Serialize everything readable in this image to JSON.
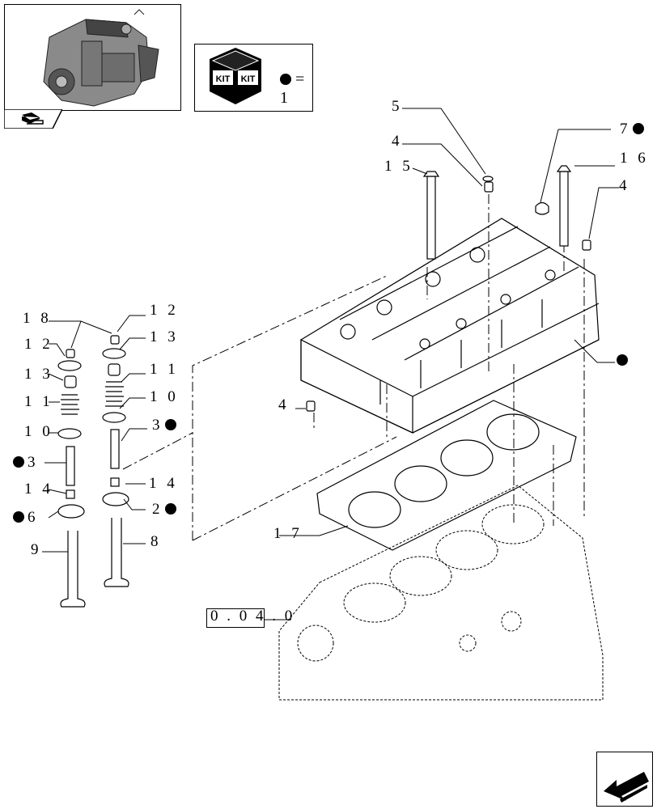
{
  "header": {
    "kit_label": "KIT",
    "kit_legend": "= 1"
  },
  "reference": {
    "code": "0 . 0 4 . 0"
  },
  "callouts": [
    {
      "text": "5",
      "dot": false
    },
    {
      "text": "4",
      "dot": false
    },
    {
      "text": "7",
      "dot": true
    },
    {
      "text": "1 5",
      "dot": false
    },
    {
      "text": "1 6",
      "dot": false
    },
    {
      "text": "4",
      "dot": false
    },
    {
      "text": "1 8",
      "dot": false
    },
    {
      "text": "1 2",
      "dot": false
    },
    {
      "text": "1 2",
      "dot": false
    },
    {
      "text": "1 3",
      "dot": false
    },
    {
      "text": "1 3",
      "dot": false
    },
    {
      "text": "1 1",
      "dot": false
    },
    {
      "text": "1 1",
      "dot": false
    },
    {
      "text": "1 0",
      "dot": false
    },
    {
      "text": "1 0",
      "dot": false
    },
    {
      "text": "3",
      "dot": true
    },
    {
      "text": "3",
      "dot": true
    },
    {
      "text": "1 4",
      "dot": false
    },
    {
      "text": "1 4",
      "dot": false
    },
    {
      "text": "2",
      "dot": true
    },
    {
      "text": "6",
      "dot": true
    },
    {
      "text": "9",
      "dot": false
    },
    {
      "text": "8",
      "dot": false
    },
    {
      "text": "4",
      "dot": false
    },
    {
      "text": "1 7",
      "dot": false
    },
    {
      "text": "",
      "dot": true
    }
  ]
}
